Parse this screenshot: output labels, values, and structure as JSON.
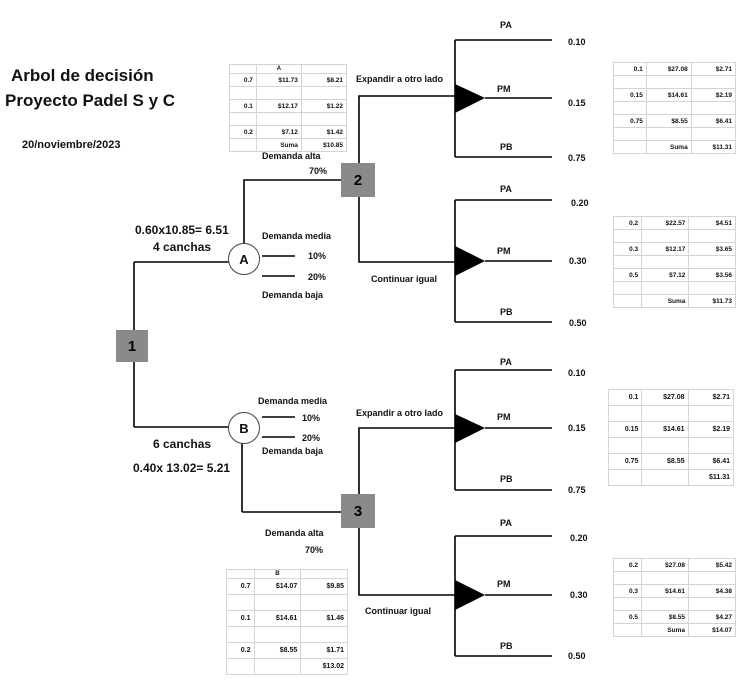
{
  "title_line1": "Arbol de decisión",
  "title_line2": "Proyecto Padel S y C",
  "date": "20/noviembre/2023",
  "nodes": {
    "n1": "1",
    "n2": "2",
    "n3": "3",
    "A": "A",
    "B": "B"
  },
  "optionA": {
    "calc": "0.60x10.85= 6.51",
    "courts": "4 canchas"
  },
  "optionB": {
    "courts": "6 canchas",
    "calc": "0.40x 13.02= 5.21"
  },
  "demand": {
    "alta": "Demanda alta",
    "media": "Demanda media",
    "baja": "Demanda baja",
    "p_alta": "70%",
    "p_media": "10%",
    "p_baja": "20%"
  },
  "decisions": {
    "expand": "Expandir a otro lado",
    "keep": "Continuar igual"
  },
  "outcomes": {
    "pa": "PA",
    "pm": "PM",
    "pb": "PB"
  },
  "probs": {
    "g1": [
      "0.10",
      "0.15",
      "0.75"
    ],
    "g2": [
      "0.20",
      "0.30",
      "0.50"
    ],
    "g3": [
      "0.10",
      "0.15",
      "0.75"
    ],
    "g4": [
      "0.20",
      "0.30",
      "0.50"
    ]
  },
  "tables": {
    "A": {
      "header": "A",
      "rows": [
        [
          "0.7",
          "$11.73",
          "$8.21"
        ],
        [
          "0.1",
          "$12.17",
          "$1.22"
        ],
        [
          "0.2",
          "$7.12",
          "$1.42"
        ]
      ],
      "sum_label": "Suma",
      "sum": "$10.85"
    },
    "B": {
      "header": "B",
      "rows": [
        [
          "0.7",
          "$14.07",
          "$9.85"
        ],
        [
          "0.1",
          "$14.61",
          "$1.46"
        ],
        [
          "0.2",
          "$8.55",
          "$1.71"
        ]
      ],
      "sum_label": "",
      "sum": "$13.02"
    },
    "t1": {
      "rows": [
        [
          "0.1",
          "$27.08",
          "$2.71"
        ],
        [
          "0.15",
          "$14.61",
          "$2.19"
        ],
        [
          "0.75",
          "$8.55",
          "$6.41"
        ]
      ],
      "sum_label": "Suma",
      "sum": "$11.31"
    },
    "t2": {
      "rows": [
        [
          "0.2",
          "$22.57",
          "$4.51"
        ],
        [
          "0.3",
          "$12.17",
          "$3.65"
        ],
        [
          "0.5",
          "$7.12",
          "$3.56"
        ]
      ],
      "sum_label": "Suma",
      "sum": "$11.73"
    },
    "t3": {
      "rows": [
        [
          "0.1",
          "$27.08",
          "$2.71"
        ],
        [
          "0.15",
          "$14.61",
          "$2.19"
        ],
        [
          "0.75",
          "$8.55",
          "$6.41"
        ]
      ],
      "sum_label": "",
      "sum": "$11.31"
    },
    "t4": {
      "rows": [
        [
          "0.2",
          "$27.08",
          "$5.42"
        ],
        [
          "0.3",
          "$14.61",
          "$4.38"
        ],
        [
          "0.5",
          "$8.55",
          "$4.27"
        ]
      ],
      "sum_label": "Suma",
      "sum": "$14.07"
    }
  }
}
